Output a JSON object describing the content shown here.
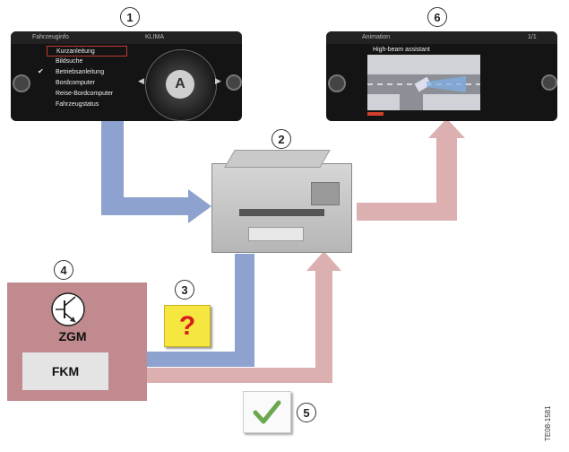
{
  "callouts": {
    "c1": "1",
    "c2": "2",
    "c3": "3",
    "c4": "4",
    "c5": "5",
    "c6": "6"
  },
  "screen1": {
    "header_left": "Fahrzeuginfo",
    "header_right": "KLIMA",
    "menu": [
      "Kurzanleitung",
      "Bildsuche",
      "Betriebsanleitung",
      "Bordcomputer",
      "Reise-Bordcomputer",
      "Fahrzeugstatus"
    ],
    "knob_letter": "A"
  },
  "screen6": {
    "header_left": "Animation",
    "header_right": "1/1",
    "title": "High-beam assistant"
  },
  "ecu": {
    "zgm": "ZGM",
    "fkm": "FKM"
  },
  "question_mark": "?",
  "doc_id": "TE08-1581"
}
